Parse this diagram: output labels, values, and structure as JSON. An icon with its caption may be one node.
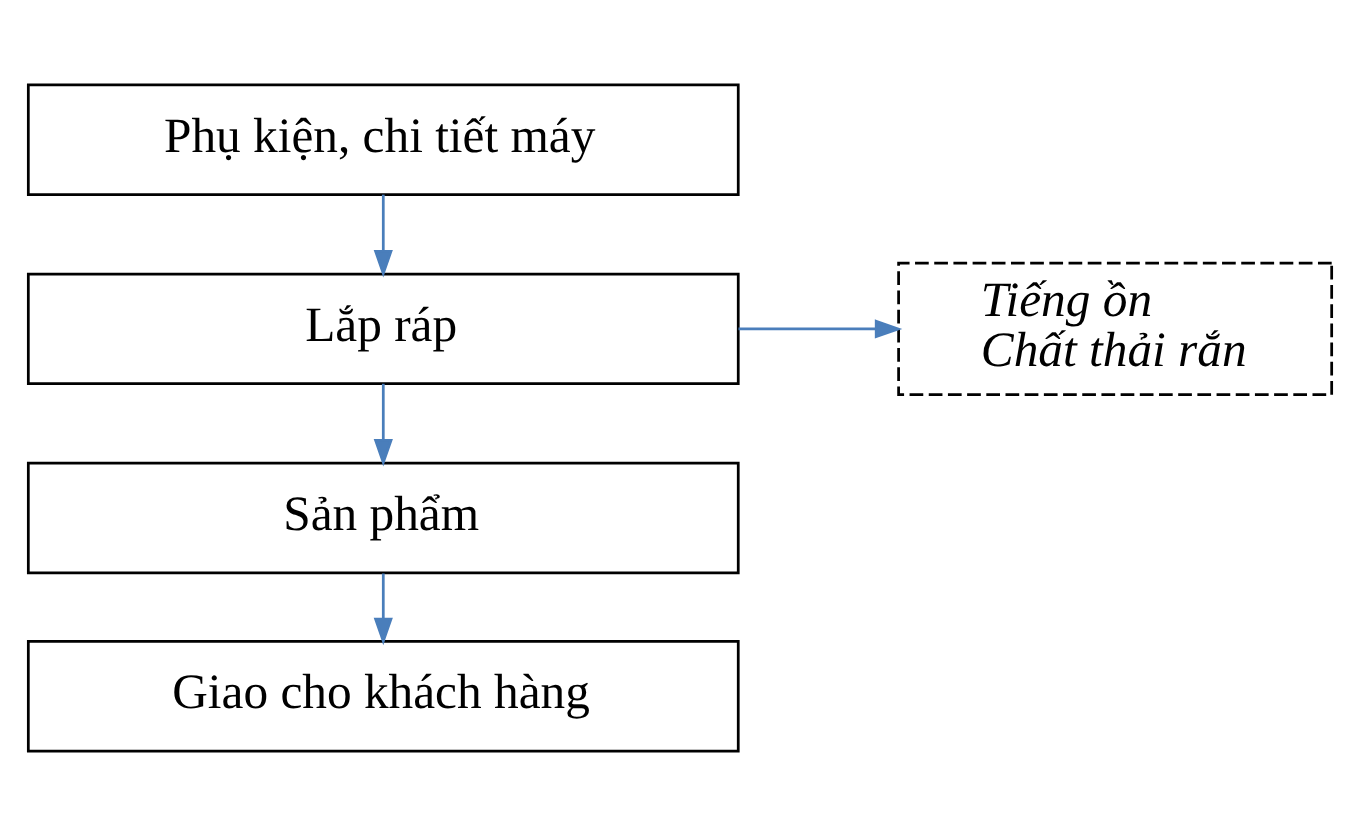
{
  "diagram": {
    "nodes": [
      {
        "text": [
          "Phụ kiện, chi tiết máy"
        ]
      },
      {
        "text": [
          "Lắp ráp"
        ]
      },
      {
        "text": [
          "Tiếng ồn",
          "Chất thải rắn"
        ]
      },
      {
        "text": [
          "Sản phẩm"
        ]
      },
      {
        "text": [
          "Giao cho khách hàng"
        ]
      }
    ],
    "edges": [
      {
        "from": 0,
        "to": 1,
        "arrow": "to"
      },
      {
        "from": 1,
        "to": 2,
        "arrow": "to"
      },
      {
        "from": 1,
        "to": 3,
        "arrow": "to"
      },
      {
        "from": 3,
        "to": 4,
        "arrow": "to"
      }
    ]
  }
}
